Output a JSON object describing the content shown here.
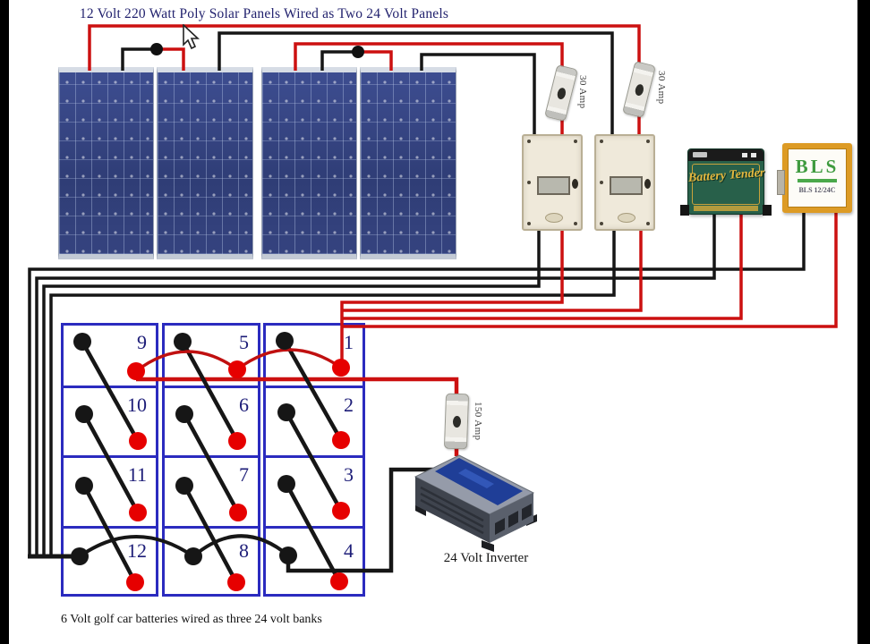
{
  "title": "12 Volt 220 Watt Poly Solar Panels Wired as Two 24 Volt Panels",
  "fuses": {
    "solar_fuse_1": "30 Amp",
    "solar_fuse_2": "30 Amp",
    "battery_fuse": "150 Amp"
  },
  "devices": {
    "battery_tender": {
      "script": "Battery Tender"
    },
    "bls": {
      "logo": "BLS",
      "model": "BLS 12/24C"
    }
  },
  "inverter_label": "24 Volt Inverter",
  "battery_bank": {
    "caption": "6 Volt golf car batteries wired as three 24 volt banks",
    "columns": [
      {
        "cells": [
          "9",
          "10",
          "11",
          "12"
        ]
      },
      {
        "cells": [
          "5",
          "6",
          "7",
          "8"
        ]
      },
      {
        "cells": [
          "1",
          "2",
          "3",
          "4"
        ]
      }
    ]
  },
  "colors": {
    "positive_wire": "#cc1010",
    "negative_wire": "#161616",
    "battery_box_border": "#2b2bbf",
    "heading_text": "#22226e",
    "panel_blue": "#36457f"
  }
}
